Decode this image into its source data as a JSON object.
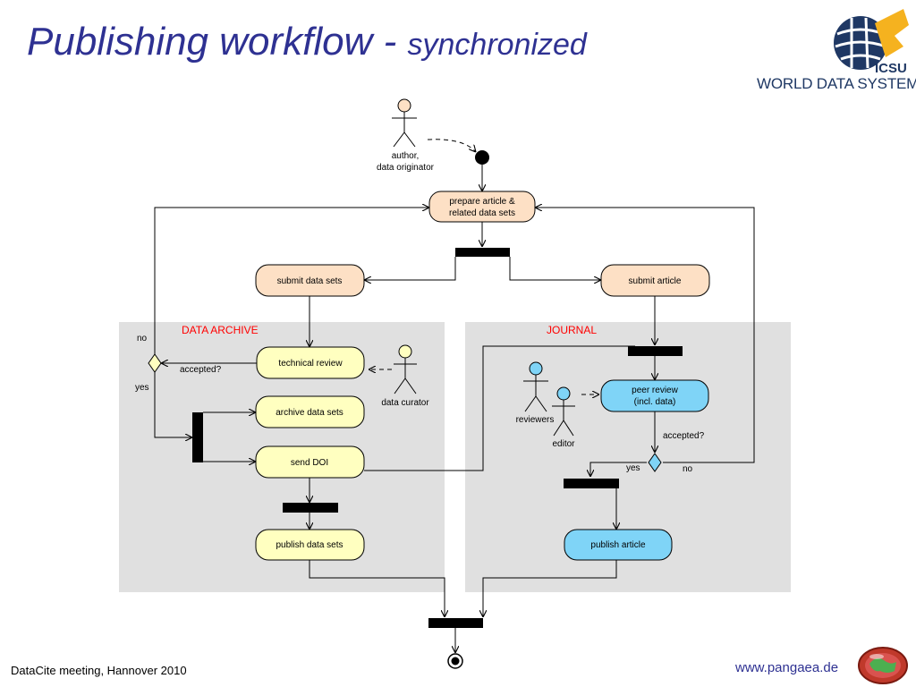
{
  "title": {
    "main": "Publishing workflow - ",
    "sub": "synchronized"
  },
  "logo": {
    "text": "WORLD DATA SYSTEM",
    "icsu": "ICSU"
  },
  "footer": {
    "left": "DataCite meeting, Hannover 2010",
    "right": "www.pangaea.de"
  },
  "lanes": {
    "archive": "DATA ARCHIVE",
    "journal": "JOURNAL"
  },
  "actors": {
    "author": [
      "author,",
      "data originator"
    ],
    "curator": "data curator",
    "reviewers": "reviewers",
    "editor": "editor"
  },
  "activities": {
    "prepare": [
      "prepare article &",
      "related data sets"
    ],
    "submit_data": "submit data sets",
    "submit_article": "submit article",
    "technical_review": "technical review",
    "archive_data": "archive data sets",
    "send_doi": "send DOI",
    "publish_data": "publish data sets",
    "peer_review": [
      "peer review",
      "(incl. data)"
    ],
    "publish_article": "publish article"
  },
  "guards": {
    "archive_question": "accepted?",
    "archive_no": "no",
    "archive_yes": "yes",
    "journal_question": "accepted?",
    "journal_yes": "yes",
    "journal_no": "no"
  },
  "colors": {
    "title": "#2e3192",
    "lane_fill": "#e0e0e0",
    "lane_title": "#ff0000",
    "author_node": "#fde0c5",
    "archive_node": "#ffffc0",
    "journal_node": "#7fd4f7",
    "stroke": "#000000"
  }
}
